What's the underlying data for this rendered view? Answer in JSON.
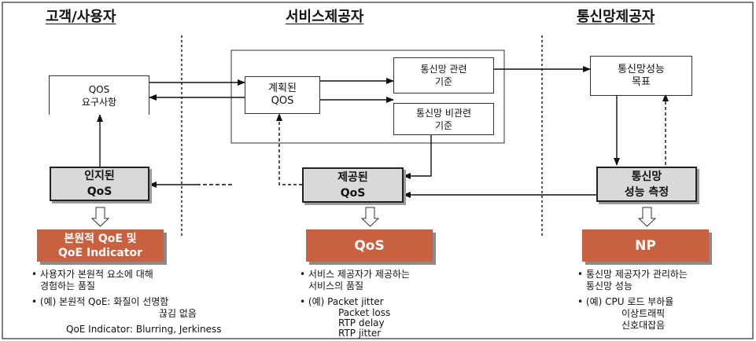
{
  "headers": {
    "customer": "고객/사용자",
    "provider": "서비스제공자",
    "network": "통신망제공자"
  },
  "boxes": {
    "qos_requirements": [
      "QOS",
      "요구사항"
    ],
    "perceived_qos": [
      "인지된",
      "QoS"
    ],
    "planned_qos": [
      "계획된",
      "QOS"
    ],
    "network_related": [
      "통신망 관련",
      "기준"
    ],
    "network_unrelated": [
      "통신망 비관련",
      "기준"
    ],
    "offered_qos": [
      "제공된",
      "QoS"
    ],
    "network_perf_target": [
      "통신망성능",
      "목표"
    ],
    "network_perf_measure": [
      "통신망",
      "성능 측정"
    ]
  },
  "result_boxes": {
    "qoe": [
      "본원적 QoE 및",
      "QoE Indicator"
    ],
    "qos": "QoS",
    "np": "NP"
  },
  "notes": {
    "customer": {
      "bullet1": [
        "사용자가 본원적 요소에 대해",
        "경험하는 품질"
      ],
      "bullet2": [
        "(예) 본원적 QoE: 화질이 선명함",
        "끊김 없음"
      ],
      "extra": "QoE Indicator: Blurring, Jerkiness"
    },
    "provider": {
      "bullet1": [
        "서비스 제공자가 제공하는",
        "서비스의 품질"
      ],
      "bullet2": [
        "(예) Packet jitter",
        "Packet loss",
        "RTP delay",
        "RTP jitter"
      ]
    },
    "network": {
      "bullet1": [
        "통신망 제공자가 관리하는",
        "통신망 성능"
      ],
      "bullet2": [
        "(예) CPU 로드 부하율",
        "이상트래픽",
        "신호대잡음"
      ]
    }
  },
  "colors": {
    "result_fill": "#c9603f",
    "box_gray": "#d9d9d9"
  }
}
